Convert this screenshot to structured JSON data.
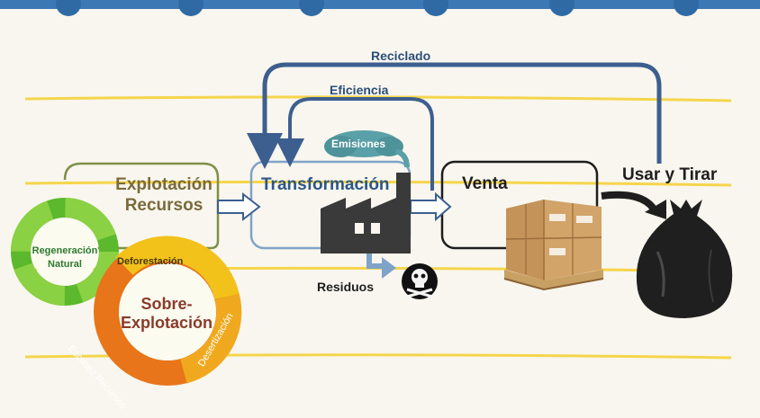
{
  "labels": {
    "reciclado": "Reciclado",
    "eficiencia": "Eficiencia",
    "emisiones": "Emisiones",
    "explotacion": "Explotación Recursos",
    "transformacion": "Transformación",
    "venta": "Venta",
    "usar_y_tirar": "Usar y Tirar",
    "regeneracion": "Regeneración Natural",
    "deforestacion": "Deforestación",
    "sobre_explotacion": "Sobre-Explotación",
    "residuos": "Residuos",
    "escasez": "Escasez Recursos",
    "desertizacion": "Desertización"
  },
  "icons": [
    "factory-icon",
    "skull-crossbones-icon",
    "cardboard-boxes-pallet-icon",
    "garbage-bag-icon",
    "emissions-cloud-icon"
  ],
  "colors": {
    "background": "#f8f6ee",
    "stripes": "#f4d23a",
    "top_band": "#3b78b4",
    "flow_arrows": "#3d5f8f",
    "green_cycle": "#5cb82c",
    "orange_cycle": "#e87a1a",
    "yellow_cycle": "#f2c21b"
  }
}
